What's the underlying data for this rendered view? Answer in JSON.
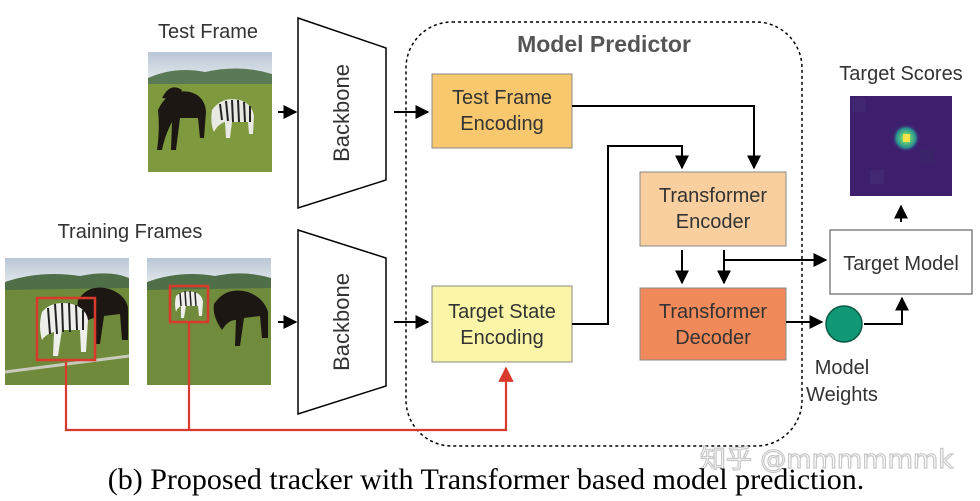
{
  "labels": {
    "test_frame": "Test Frame",
    "training_frames": "Training Frames",
    "target_scores": "Target Scores",
    "model_predictor": "Model Predictor",
    "model_weights_line1": "Model",
    "model_weights_line2": "Weights"
  },
  "backbones": {
    "top": "Backbone",
    "bottom": "Backbone"
  },
  "boxes": {
    "test_frame_encoding": [
      "Test Frame",
      "Encoding"
    ],
    "target_state_encoding": [
      "Target State",
      "Encoding"
    ],
    "transformer_encoder": [
      "Transformer",
      "Encoder"
    ],
    "transformer_decoder": [
      "Transformer",
      "Decoder"
    ],
    "target_model": "Target Model"
  },
  "caption": "(b) Proposed tracker with Transformer based model prediction.",
  "watermark": "知乎 @mmmmmmk",
  "colors": {
    "test_frame_encoding": "#f8c86e",
    "target_state_encoding": "#fbf5a8",
    "transformer_encoder": "#f9cf9f",
    "transformer_decoder": "#f08a5b",
    "model_weights_circle": "#119877",
    "red_arrow": "#d93a2b",
    "heatmap_bg": "#3e1f6e"
  }
}
